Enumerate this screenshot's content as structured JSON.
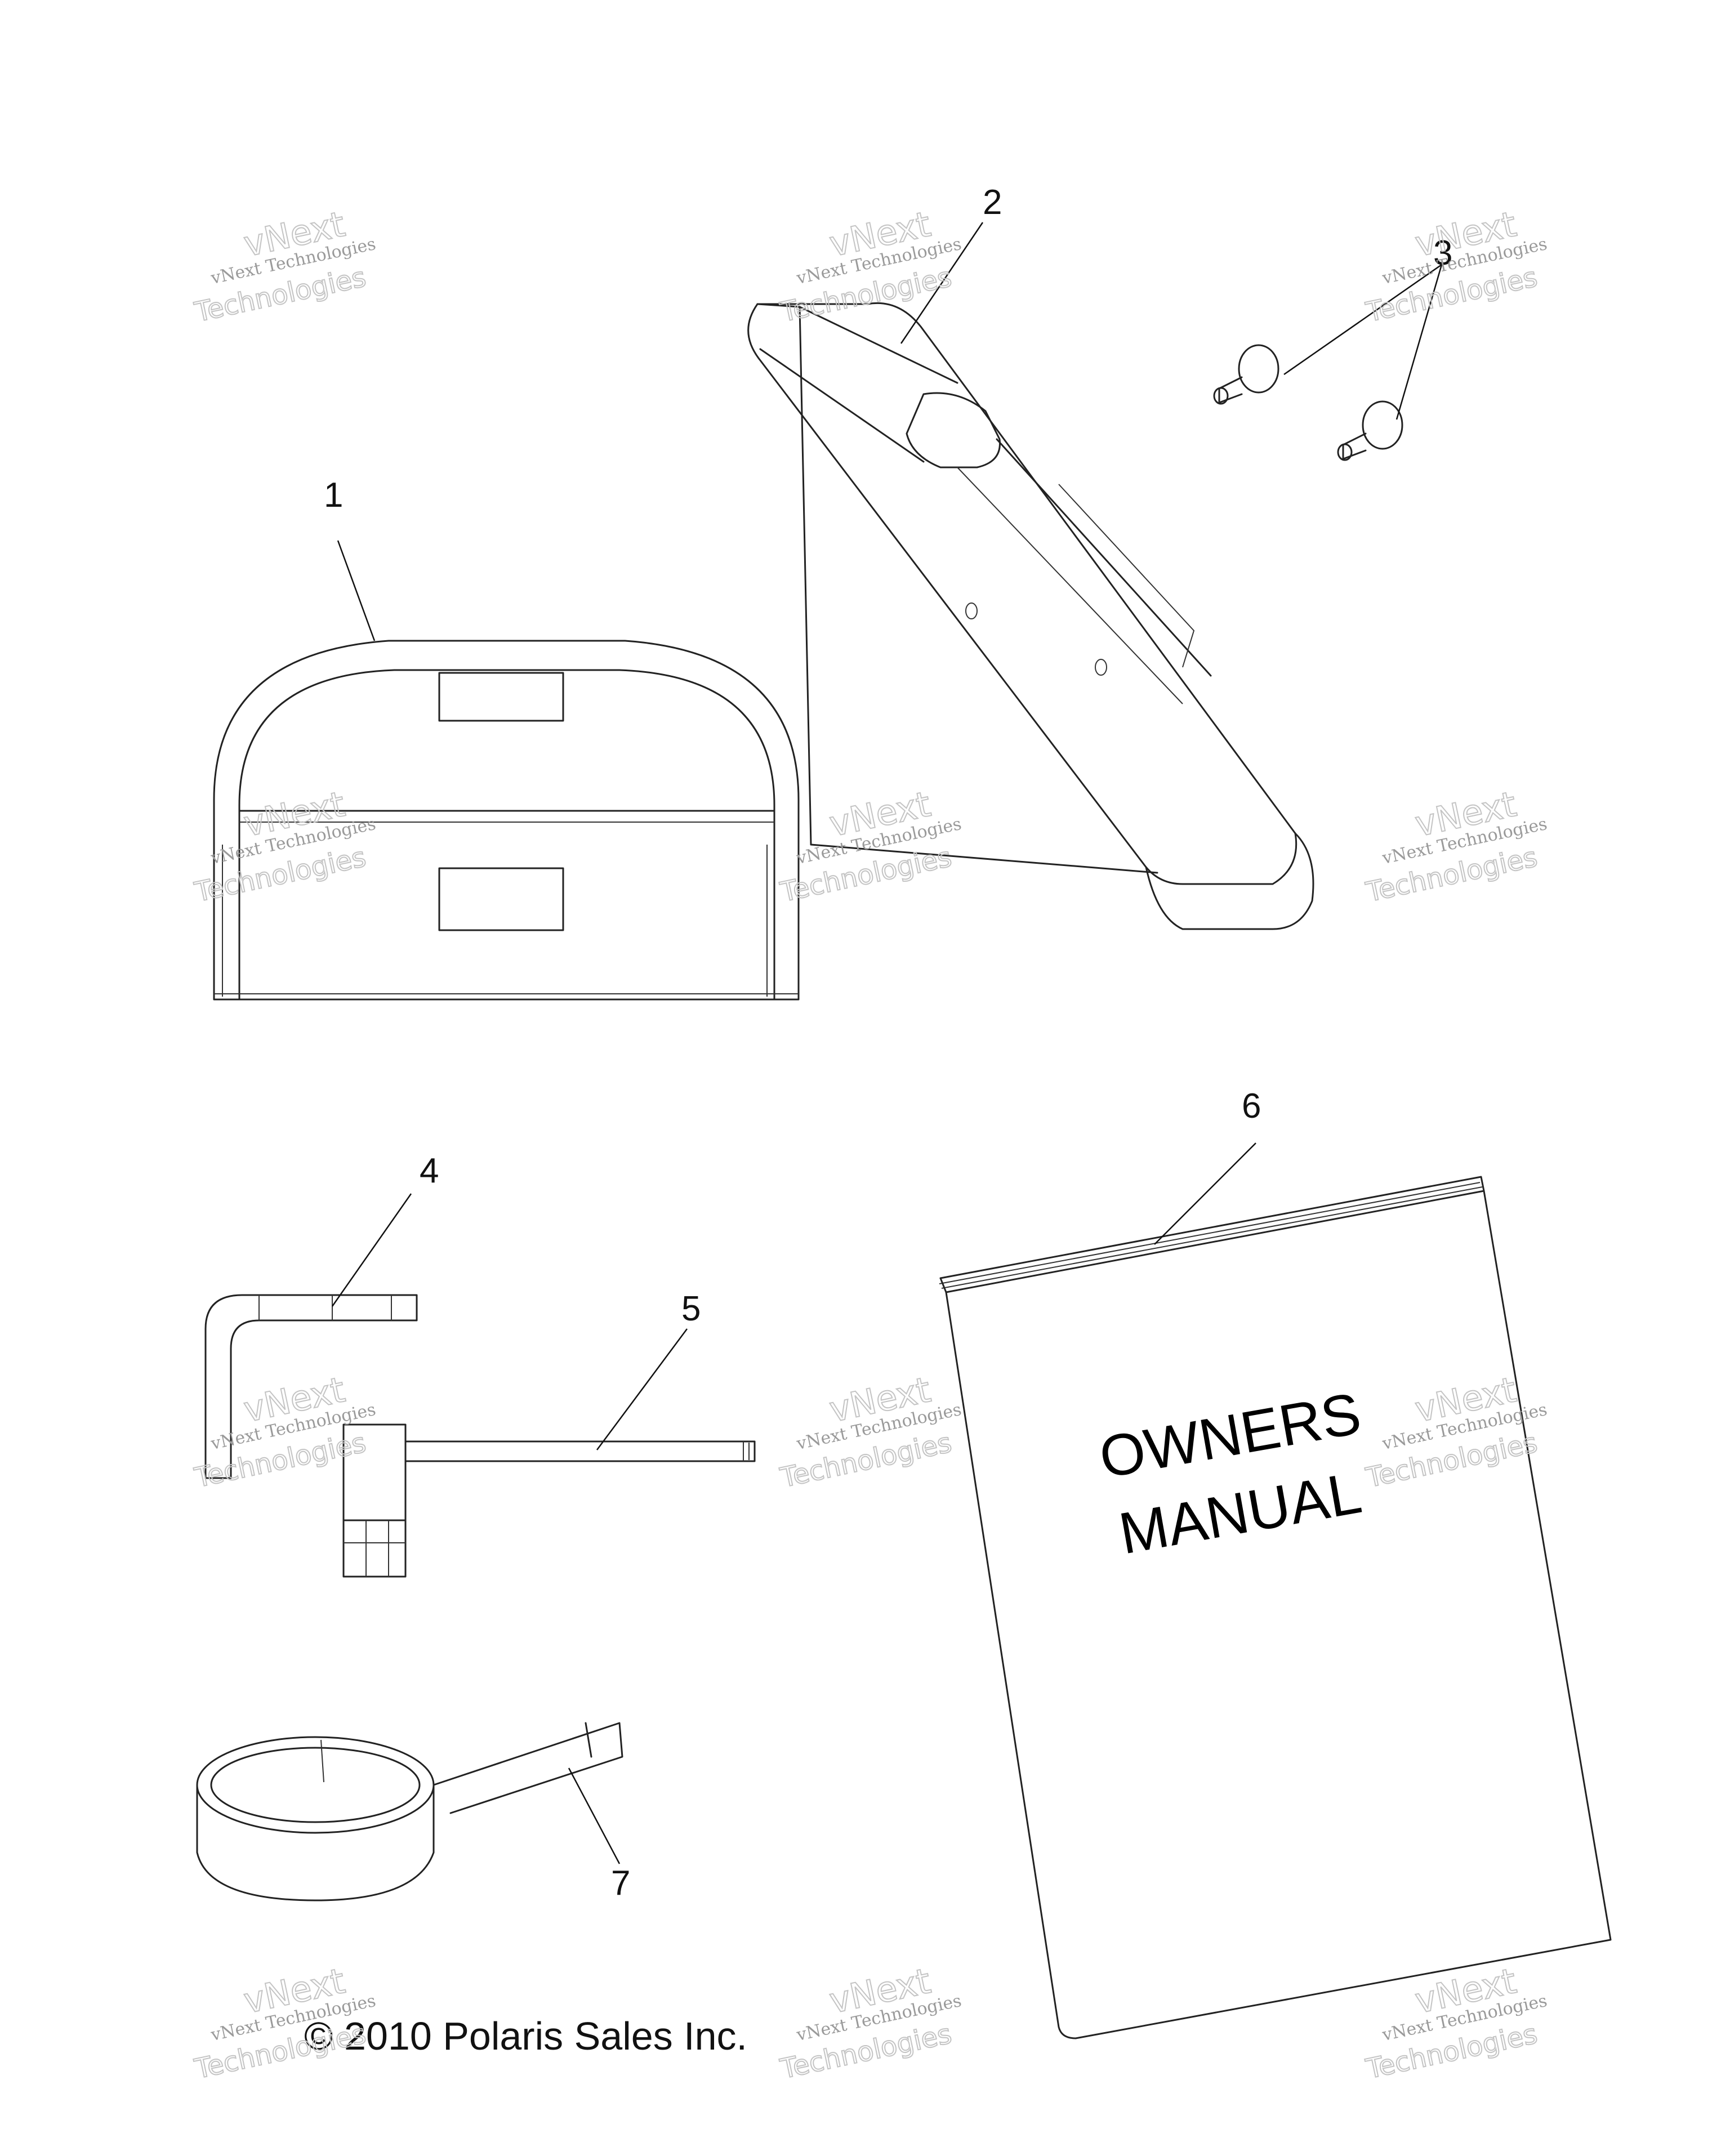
{
  "callouts": {
    "c1": "1",
    "c2": "2",
    "c3": "3",
    "c4": "4",
    "c5": "5",
    "c6": "6",
    "c7": "7"
  },
  "manual": {
    "line1": "OWNERS",
    "line2": "MANUAL"
  },
  "copyright": "© 2010 Polaris Sales Inc.",
  "watermark": {
    "line1": "vNext",
    "line2": "vNext Technologies",
    "line3": "Technologies"
  }
}
